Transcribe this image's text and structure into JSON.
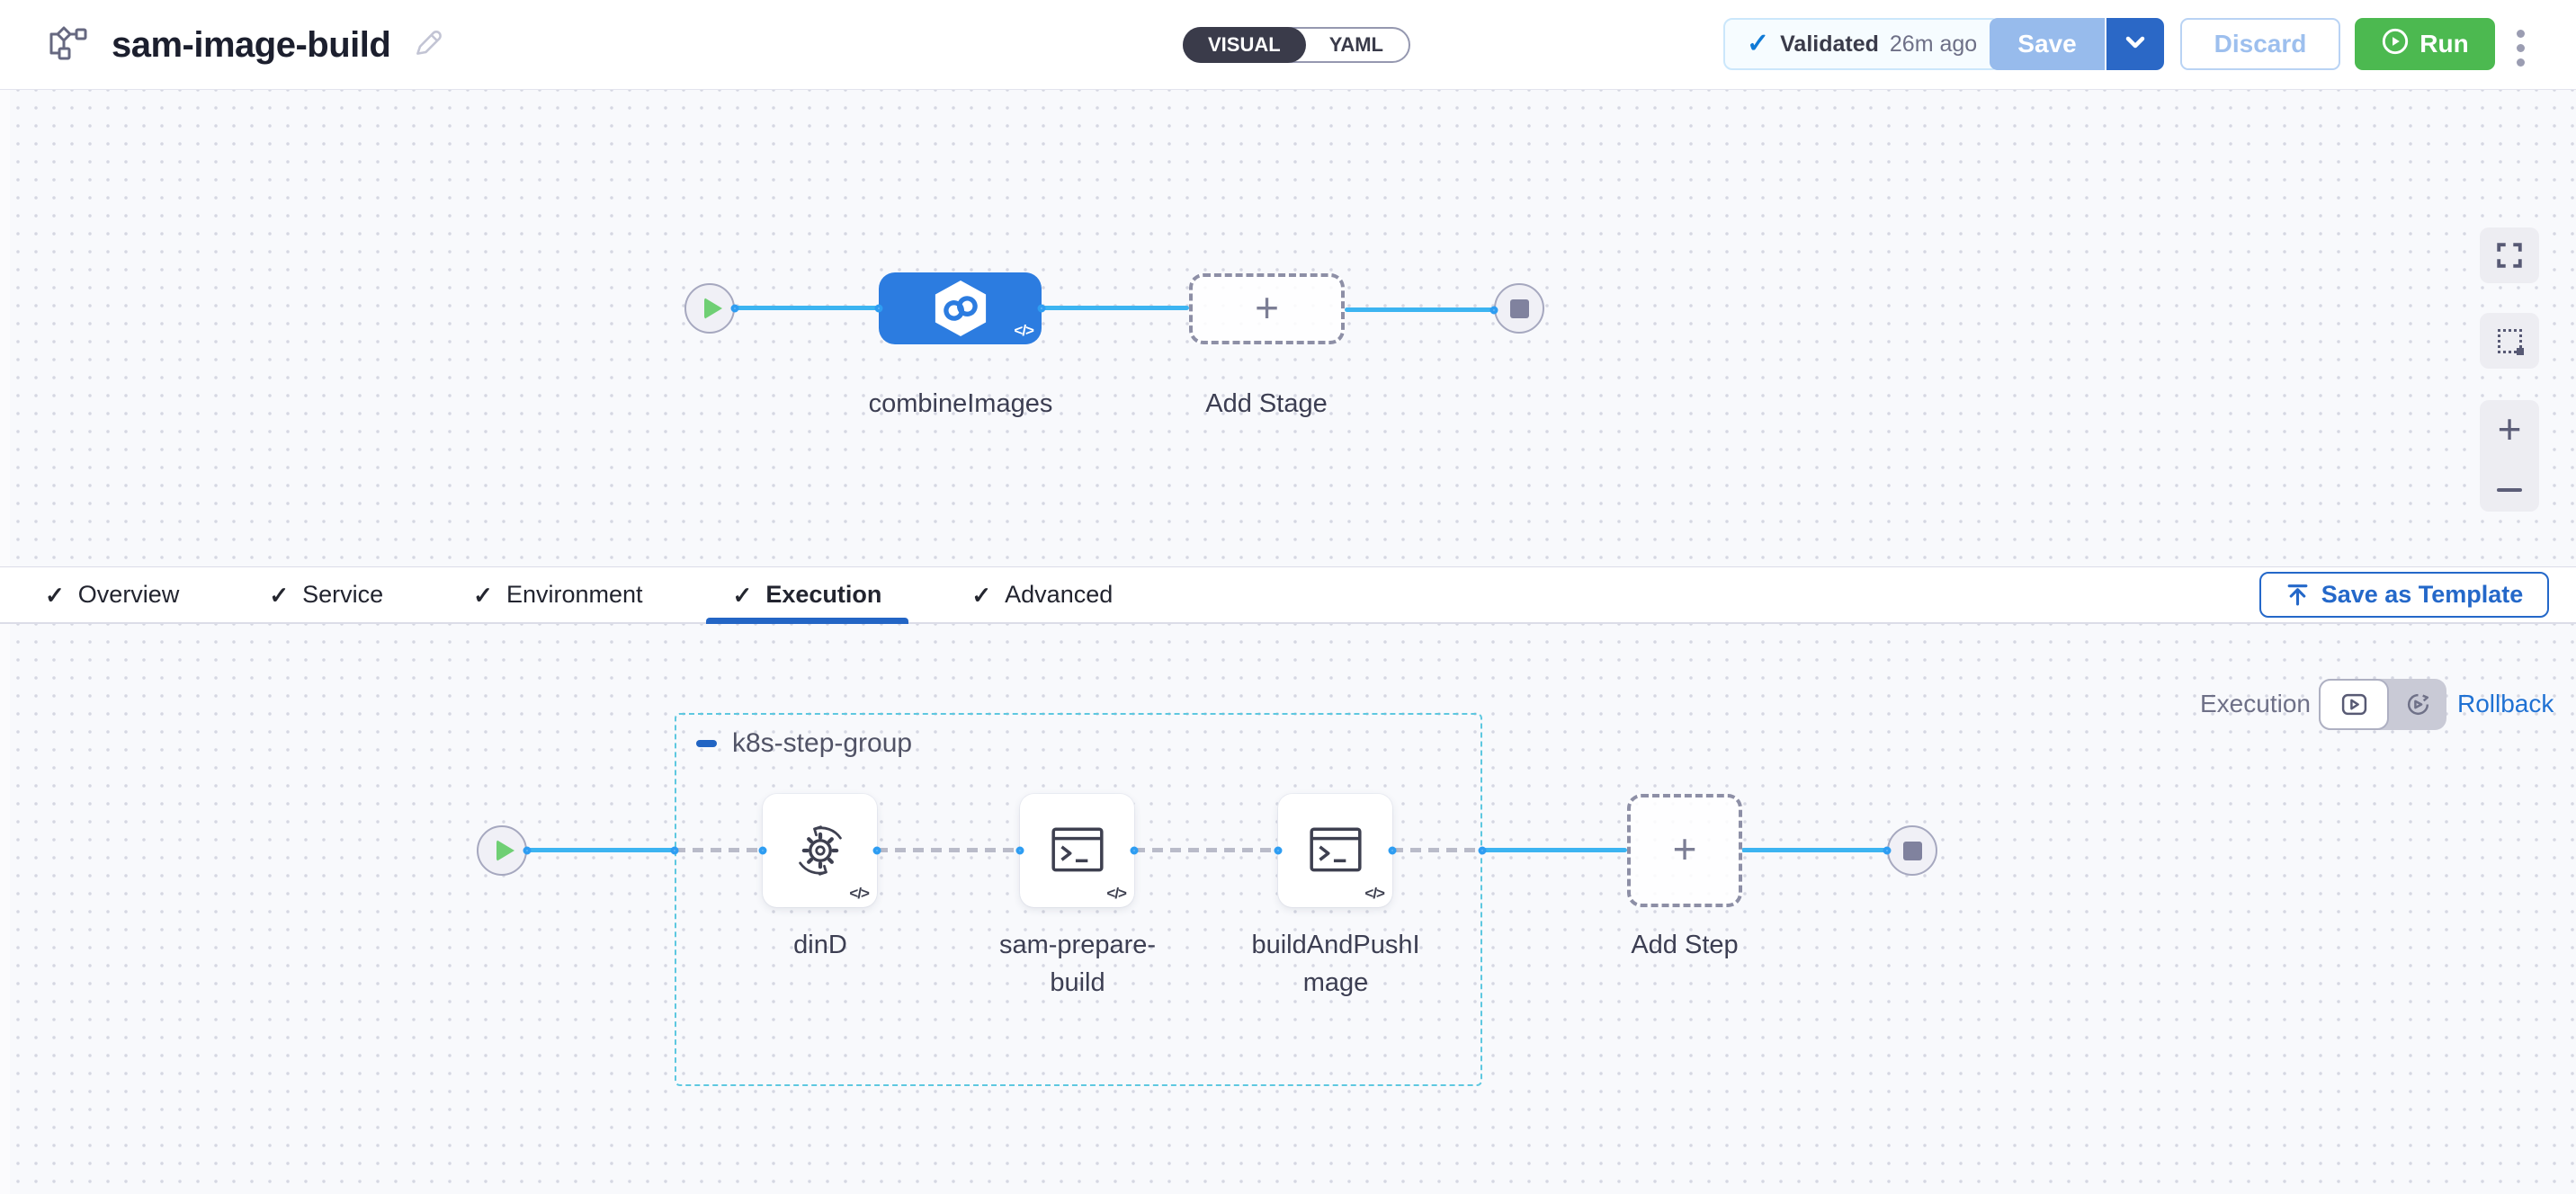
{
  "header": {
    "title": "sam-image-build",
    "mode_visual": "VISUAL",
    "mode_yaml": "YAML",
    "validated_label": "Validated",
    "validated_time": "26m ago",
    "save": "Save",
    "discard": "Discard",
    "run": "Run"
  },
  "stage_flow": {
    "stage_name": "combineImages",
    "add_stage": "Add Stage"
  },
  "tabs": {
    "items": [
      {
        "label": "Overview"
      },
      {
        "label": "Service"
      },
      {
        "label": "Environment"
      },
      {
        "label": "Execution"
      },
      {
        "label": "Advanced"
      }
    ],
    "active": "Execution",
    "save_as_template": "Save as Template"
  },
  "execution": {
    "mode_label": "Execution",
    "rollback_label": "Rollback",
    "group_name": "k8s-step-group",
    "steps": [
      {
        "label": "dinD",
        "icon": "gear-sync-icon"
      },
      {
        "label": "sam-prepare-build",
        "icon": "terminal-icon"
      },
      {
        "label": "buildAndPushImage",
        "icon": "terminal-icon"
      }
    ],
    "add_step": "Add Step"
  },
  "icons": {
    "check": "✓",
    "code": "</>"
  },
  "colors": {
    "primary_blue": "#2c7ce0",
    "flow_line_blue": "#3cb4f1",
    "connector_blue": "#2e9df2",
    "run_green": "#4cb950",
    "group_border_teal": "#5ec8e0",
    "active_tab_blue": "#2365c5",
    "link_blue": "#1f71d3",
    "save_disabled_blue": "#97bbec",
    "save_caret_blue": "#2b68c6",
    "validated_check_blue": "#0f7ad6"
  }
}
